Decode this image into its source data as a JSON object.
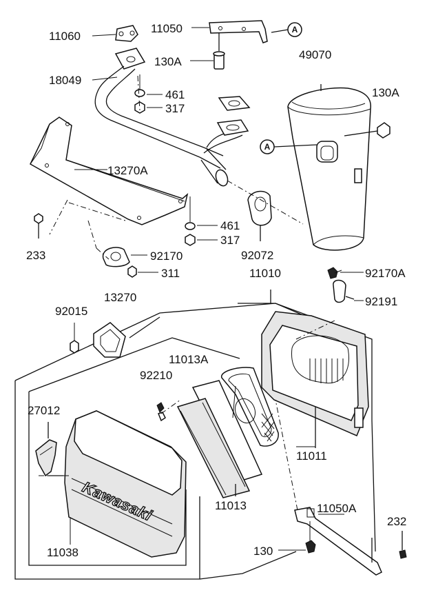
{
  "parts": [
    {
      "id": "11060",
      "label": "11060"
    },
    {
      "id": "11050",
      "label": "11050"
    },
    {
      "id": "130A-top",
      "label": "130A"
    },
    {
      "id": "49070",
      "label": "49070"
    },
    {
      "id": "130A-right",
      "label": "130A"
    },
    {
      "id": "18049",
      "label": "18049"
    },
    {
      "id": "461-top",
      "label": "461"
    },
    {
      "id": "317-top",
      "label": "317"
    },
    {
      "id": "13270A",
      "label": "13270A"
    },
    {
      "id": "461-mid",
      "label": "461"
    },
    {
      "id": "317-mid",
      "label": "317"
    },
    {
      "id": "233",
      "label": "233"
    },
    {
      "id": "92170",
      "label": "92170"
    },
    {
      "id": "92072",
      "label": "92072"
    },
    {
      "id": "311",
      "label": "311"
    },
    {
      "id": "11010",
      "label": "11010"
    },
    {
      "id": "92170A",
      "label": "92170A"
    },
    {
      "id": "13270",
      "label": "13270"
    },
    {
      "id": "92191",
      "label": "92191"
    },
    {
      "id": "92015",
      "label": "92015"
    },
    {
      "id": "11013A",
      "label": "11013A"
    },
    {
      "id": "92210",
      "label": "92210"
    },
    {
      "id": "27012",
      "label": "27012"
    },
    {
      "id": "11011",
      "label": "11011"
    },
    {
      "id": "11013",
      "label": "11013"
    },
    {
      "id": "11050A",
      "label": "11050A"
    },
    {
      "id": "232",
      "label": "232"
    },
    {
      "id": "130",
      "label": "130"
    },
    {
      "id": "11038",
      "label": "11038"
    }
  ],
  "reference_marks": [
    "A",
    "A"
  ],
  "cover_brand": "Kawasaki"
}
